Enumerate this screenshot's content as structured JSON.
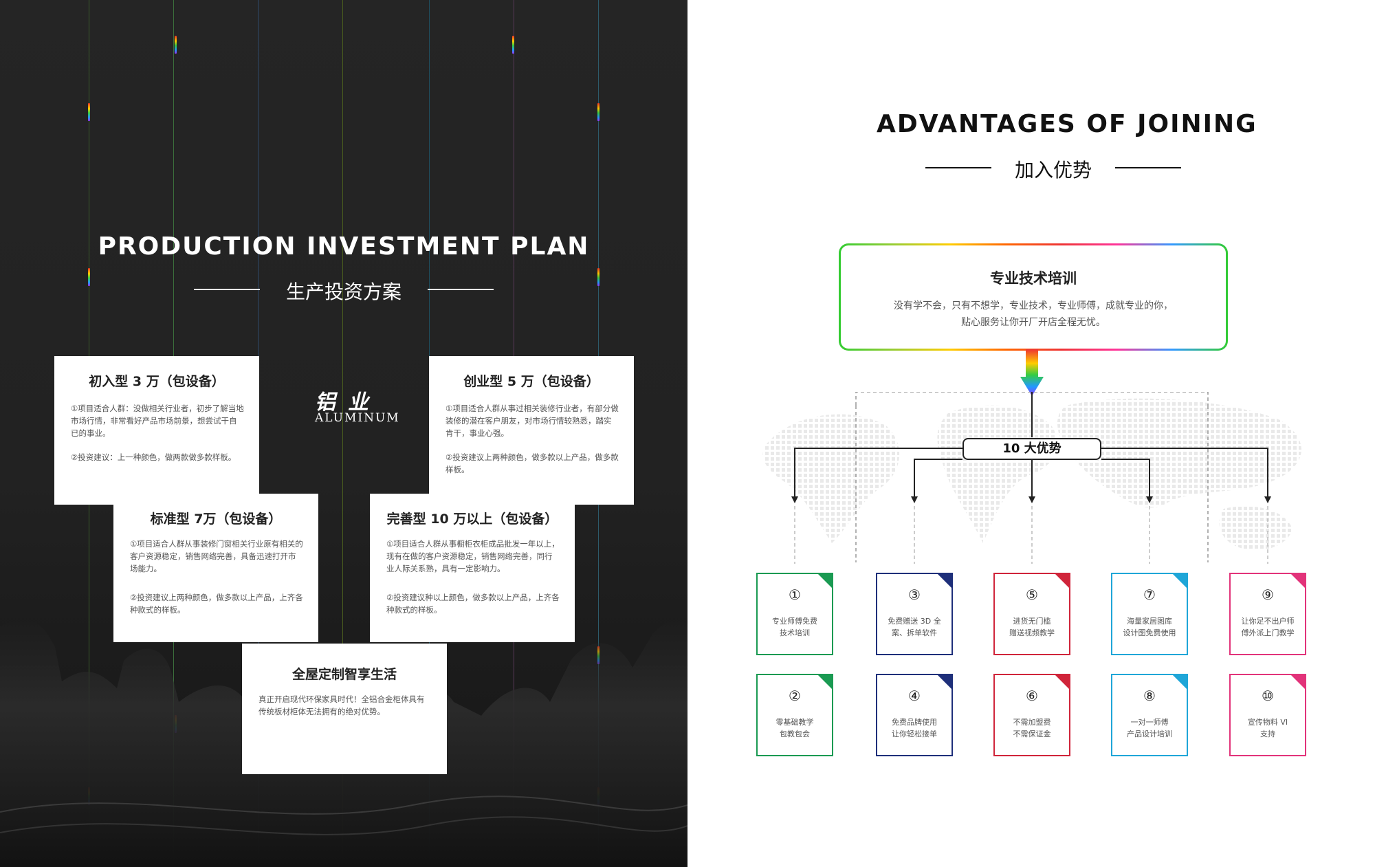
{
  "left_panel": {
    "title_en": "PRODUCTION INVESTMENT PLAN",
    "title_cn": "生产投资方案",
    "logo_cn": "铝业",
    "logo_en": "ALUMINUM",
    "cards": [
      {
        "title": "初入型 3 万（包设备）",
        "p1": "①项目适合人群：没做相关行业者，初步了解当地市场行情，非常看好产品市场前景，想尝试干自已的事业。",
        "p2": "②投资建议：上一种颜色，做两款做多款样板。"
      },
      {
        "title": "创业型 5 万（包设备）",
        "p1": "①项目适合人群从事过相关装修行业者，有部分做装修的潜在客户朋友，对市场行情较熟悉，踏实肯干，事业心强。",
        "p2": "②投资建议上两种颜色，做多款以上产品，做多款样板。"
      },
      {
        "title": "标准型 7万（包设备）",
        "p1": "①项目适合人群从事装修门窗相关行业原有相关的客户资源稳定，销售网络完善，具备迅速打开市场能力。",
        "p2": "②投资建议上两种颜色，做多款以上产品，上齐各种款式的样板。"
      },
      {
        "title": "完善型 10 万以上（包设备）",
        "p1": "①项目适合人群从事橱柜衣柜成品批发一年以上，现有在做的客户资源稳定，销售网络完善，同行业人际关系熟，具有一定影响力。",
        "p2": "②投资建议种以上颜色，做多款以上产品，上齐各种款式的样板。"
      },
      {
        "title": "全屋定制智享生活",
        "p1": "真正开启现代环保家具时代！全铝合金柜体具有传统板材柜体无法拥有的绝对优势。",
        "p2": ""
      }
    ]
  },
  "right_panel": {
    "title_en": "ADVANTAGES OF JOINING",
    "title_cn": "加入优势",
    "main": {
      "title": "专业技术培训",
      "line1": "没有学不会，只有不想学，专业技术，专业师傅，成就专业的你，",
      "line2": "贴心服务让你开厂开店全程无忧。"
    },
    "hub_label": "10 大优势",
    "advantages": [
      {
        "num": "①",
        "line1": "专业师傅免费",
        "line2": "技术培训",
        "color": "#1a9a52"
      },
      {
        "num": "③",
        "line1": "免费赠送 3D 全",
        "line2": "案、拆单软件",
        "color": "#1e2f7a"
      },
      {
        "num": "⑤",
        "line1": "进货无门槛",
        "line2": "赠送视频教学",
        "color": "#d0243a"
      },
      {
        "num": "⑦",
        "line1": "海量家居图库",
        "line2": "设计图免费使用",
        "color": "#1fa6d8"
      },
      {
        "num": "⑨",
        "line1": "让你足不出户师",
        "line2": "傅外派上门教学",
        "color": "#e2337a"
      },
      {
        "num": "②",
        "line1": "零基础教学",
        "line2": "包教包会",
        "color": "#1a9a52"
      },
      {
        "num": "④",
        "line1": "免费品牌使用",
        "line2": "让你轻松接单",
        "color": "#1e2f7a"
      },
      {
        "num": "⑥",
        "line1": "不需加盟费",
        "line2": "不需保证金",
        "color": "#d0243a"
      },
      {
        "num": "⑧",
        "line1": "一对一师傅",
        "line2": "产品设计培训",
        "color": "#1fa6d8"
      },
      {
        "num": "⑩",
        "line1": "宣传物料 VI",
        "line2": "支持",
        "color": "#e2337a"
      }
    ]
  }
}
